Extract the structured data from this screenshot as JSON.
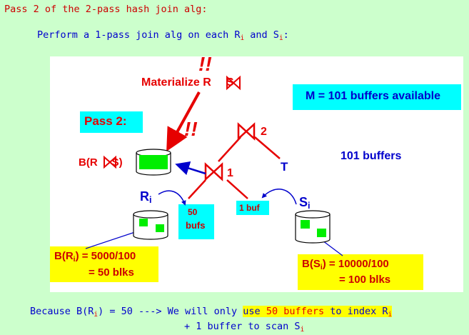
{
  "header": {
    "line1": "Pass 2 of the 2-pass hash join alg:",
    "line2_prefix": "Perform a 1-pass join alg on each R",
    "line2_sub1": "i",
    "line2_and": " and S",
    "line2_sub2": "i",
    "line2_colon": ":"
  },
  "diagram": {
    "materialize_prefix": "Materialize  R",
    "materialize_suffix": "S",
    "bang1": "!!",
    "bang2": "!!",
    "m_box": "M = 101 buffers  available",
    "pass2_box": "Pass 2:",
    "b_label_prefix": "B(R",
    "b_label_suffix": "S)",
    "join_top_num": "2",
    "join_bottom_num": "1",
    "t_label": "T",
    "buffers_101": "101 buffers",
    "ri_main": "R",
    "ri_sub": "i",
    "si_main": "S",
    "si_sub": "i",
    "bufs50_line1": "50",
    "bufs50_line2": "bufs",
    "buf1": "1 buf",
    "bri_line1_prefix": "B(R",
    "bri_line1_sub": "i",
    "bri_line1_suffix": ") = 5000/100",
    "bri_line2": "= 50 blks",
    "bsi_line1_prefix": "B(S",
    "bsi_line1_sub": "i",
    "bsi_line1_suffix": ") = 10000/100",
    "bsi_line2": "= 100 blks"
  },
  "footer": {
    "because_prefix": "Because B(R",
    "because_sub": "i",
    "because_mid": ") = 50  ---> We will only ",
    "because_hl_a": "use ",
    "because_hl_50": "50 buffers",
    "because_hl_b": " to index R",
    "because_hl_sub": "i",
    "line2_prefix": "+ 1 buffer to scan S",
    "line2_sub": "i"
  },
  "colors": {
    "background": "#ccffcc",
    "panel": "#ffffff",
    "red": "#e60000",
    "blue": "#0000cc",
    "cyan": "#00ffff",
    "yellow": "#ffff00",
    "green_block": "#00ee00"
  },
  "icons": [
    "join-bowtie-icon",
    "disk-cylinder-icon",
    "arrow-icon"
  ]
}
